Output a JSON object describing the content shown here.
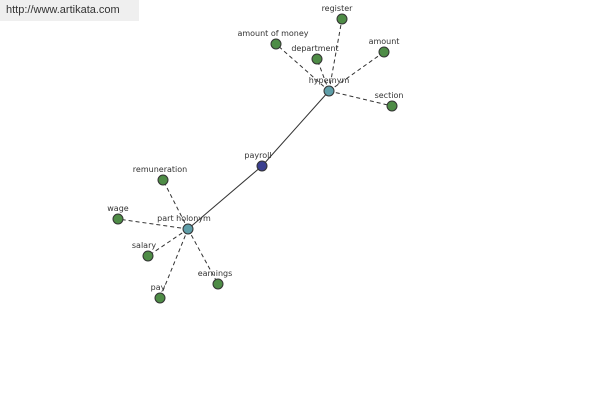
{
  "banner": {
    "url_text": "http://www.artikata.com"
  },
  "colors": {
    "center": "#3a3f8f",
    "relation": "#5f9ea8",
    "term": "#4e8c46"
  },
  "graph": {
    "center": {
      "id": "payroll",
      "label": "payroll"
    },
    "relations": [
      {
        "id": "hypernym",
        "label": "hypernym",
        "links_to": "payroll"
      },
      {
        "id": "part-holonym",
        "label": "part holonym",
        "links_to": "payroll"
      }
    ],
    "terms": [
      {
        "id": "register",
        "label": "register",
        "relation": "hypernym"
      },
      {
        "id": "amount-of-money",
        "label": "amount of money",
        "relation": "hypernym"
      },
      {
        "id": "department",
        "label": "department",
        "relation": "hypernym"
      },
      {
        "id": "amount",
        "label": "amount",
        "relation": "hypernym"
      },
      {
        "id": "section",
        "label": "section",
        "relation": "hypernym"
      },
      {
        "id": "remuneration",
        "label": "remuneration",
        "relation": "part-holonym"
      },
      {
        "id": "wage",
        "label": "wage",
        "relation": "part-holonym"
      },
      {
        "id": "salary",
        "label": "salary",
        "relation": "part-holonym"
      },
      {
        "id": "pay",
        "label": "pay",
        "relation": "part-holonym"
      },
      {
        "id": "earnings",
        "label": "earnings",
        "relation": "part-holonym"
      }
    ]
  }
}
